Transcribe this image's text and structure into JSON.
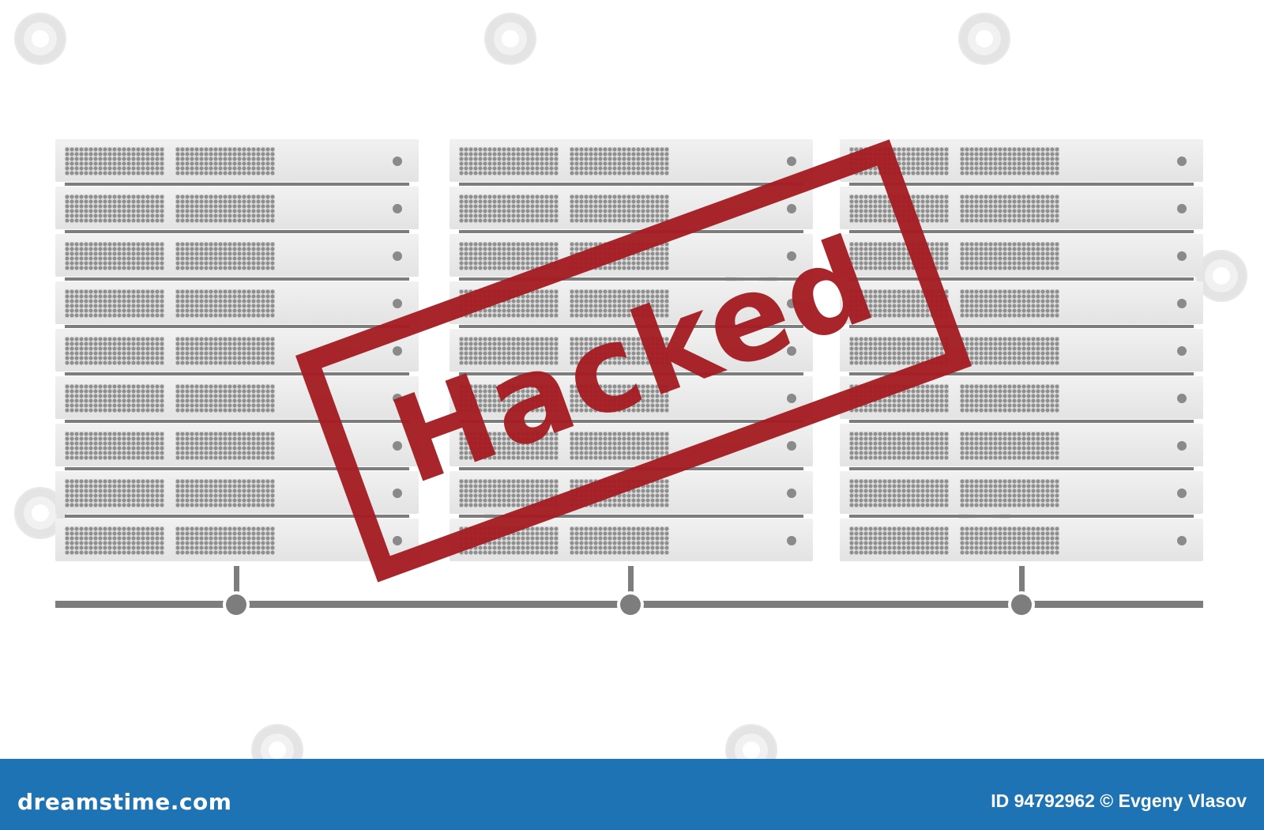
{
  "stamp": {
    "text": "Hacked",
    "color": "#a51e23"
  },
  "footer": {
    "brand": "dreamstime.com",
    "credit": "ID 94792962 © Evgeny Vlasov",
    "background": "#1d73b3"
  },
  "racks": {
    "count": 3,
    "units_per_rack": 9
  },
  "colors": {
    "server_panel": "#e8e8e8",
    "vent_holes": "#8f8f8f",
    "network_line": "#7d7d7d"
  }
}
